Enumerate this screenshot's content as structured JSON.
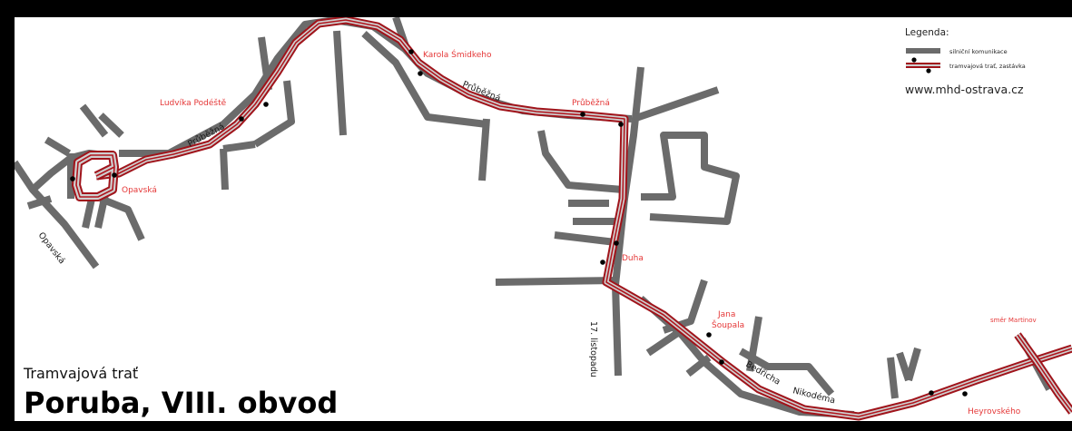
{
  "map": {
    "subtitle": "Tramvajová trať",
    "title": "Poruba, VIII. obvod"
  },
  "legend": {
    "title": "Legenda:",
    "road_label": "silniční komunikace",
    "track_label": "tramvajová trať, zastávka",
    "url": "www.mhd-ostrava.cz",
    "road_color": "#6b6b6b",
    "track_color": "#a0141b",
    "stop_label_color": "#e53838"
  },
  "stops": {
    "opavska": "Opavská",
    "ludvika_podeste": "Ludvíka Podéště",
    "karola_smidkeho": "Karola Śmidkeho",
    "pruběžna": "Průběžná",
    "duha": "Duha",
    "jana_soupala_1": "Jana",
    "jana_soupala_2": "Šoupala",
    "heyrovskeho": "Heyrovského",
    "smer_martinov": "směr Martinov"
  },
  "streets": {
    "opavska": "Opavská",
    "prubezna_west": "Průběžná",
    "prubezna_east": "Průběžná",
    "listopadu": "17. listopadu",
    "bedricha_nikodema_1": "Bedřicha",
    "bedricha_nikodema_2": "Nikodéma"
  }
}
